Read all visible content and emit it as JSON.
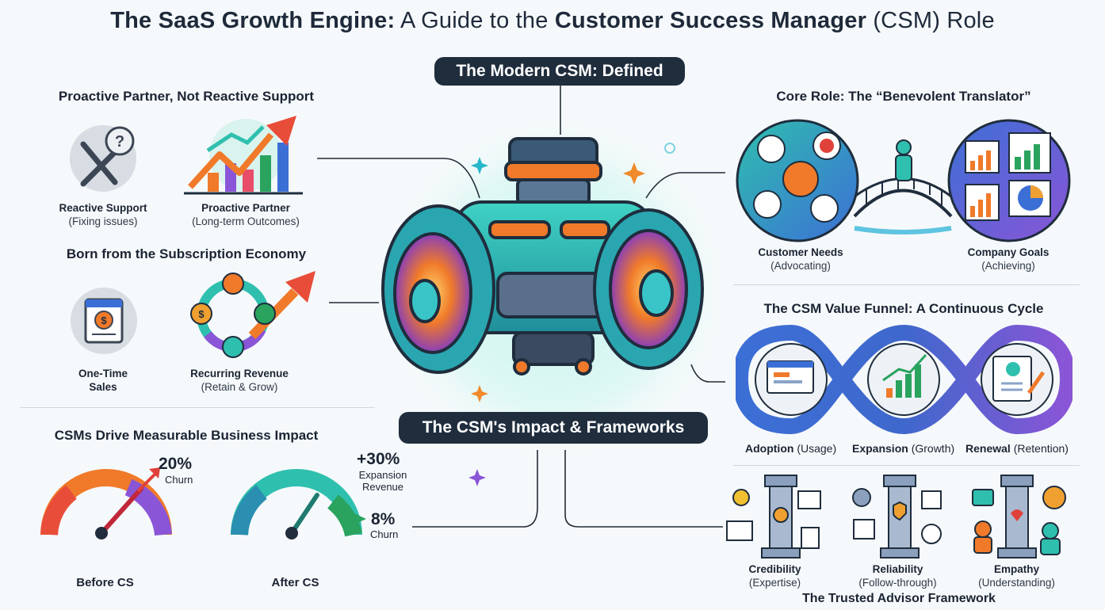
{
  "title": {
    "part1": "The SaaS Growth Engine:",
    "part2": " A Guide to the ",
    "part3": "Customer Success Manager",
    "part4": " (CSM) Role"
  },
  "center": {
    "top_pill": "The Modern CSM: Defined",
    "bottom_pill": "The CSM's Impact & Frameworks"
  },
  "proactive": {
    "heading": "Proactive Partner, Not Reactive Support",
    "reactive_label": "Reactive Support",
    "reactive_sub": "(Fixing issues)",
    "proactive_label": "Proactive Partner",
    "proactive_sub": "(Long-term Outcomes)"
  },
  "subscription": {
    "heading": "Born from the Subscription Economy",
    "one_time_line1": "One-Time",
    "one_time_line2": "Sales",
    "recurring_label": "Recurring Revenue",
    "recurring_sub": "(Retain & Grow)"
  },
  "impact": {
    "heading": "CSMs Drive Measurable Business Impact",
    "before_value": "20%",
    "before_unit": "Churn",
    "before_label": "Before CS",
    "expansion_value": "+30%",
    "expansion_line1": "Expansion",
    "expansion_line2": "Revenue",
    "after_value": "8%",
    "after_unit": "Churn",
    "after_label": "After CS"
  },
  "translator": {
    "heading": "Core Role: The “Benevolent Translator”",
    "left_label": "Customer Needs",
    "left_sub": "(Advocating)",
    "right_label": "Company Goals",
    "right_sub": "(Achieving)"
  },
  "funnel": {
    "heading": "The CSM Value Funnel: A Continuous Cycle",
    "items": [
      {
        "label": "Adoption",
        "sub": "(Usage)"
      },
      {
        "label": "Expansion",
        "sub": "(Growth)"
      },
      {
        "label": "Renewal",
        "sub": "(Retention)"
      }
    ]
  },
  "advisor": {
    "pillars": [
      {
        "label": "Credibility",
        "sub": "(Expertise)"
      },
      {
        "label": "Reliability",
        "sub": "(Follow-through)"
      },
      {
        "label": "Empathy",
        "sub": "(Understanding)"
      }
    ],
    "caption": "The Trusted Advisor Framework"
  },
  "colors": {
    "navy": "#1f2d3d",
    "teal": "#2fbfae",
    "orange": "#f07a2a",
    "purple": "#7b4fc9",
    "blue": "#3c6fd6",
    "green": "#2aa35f",
    "red": "#e0413a"
  }
}
